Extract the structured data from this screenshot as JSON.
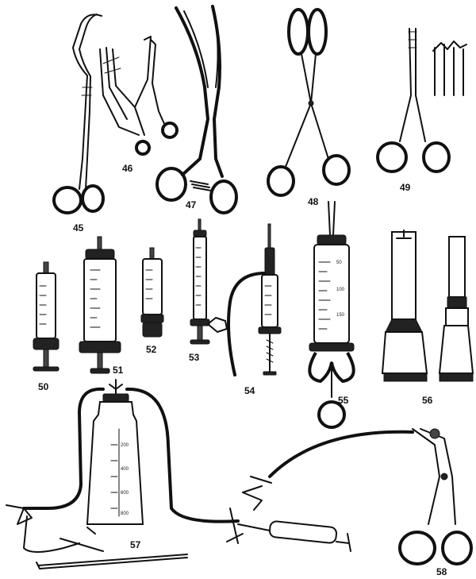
{
  "labels": {
    "n45": "45",
    "n46a": "46",
    "n47": "47",
    "n46b": "48",
    "n49": "49",
    "n50": "50",
    "n51": "51",
    "n52": "52",
    "n53": "53",
    "n54": "54",
    "n55": "55",
    "n56": "56",
    "n57": "57",
    "n58": "58"
  },
  "syringe55_scale": [
    "50",
    "100",
    "150"
  ],
  "bottle57_scale": [
    "200",
    "400",
    "600",
    "800"
  ]
}
